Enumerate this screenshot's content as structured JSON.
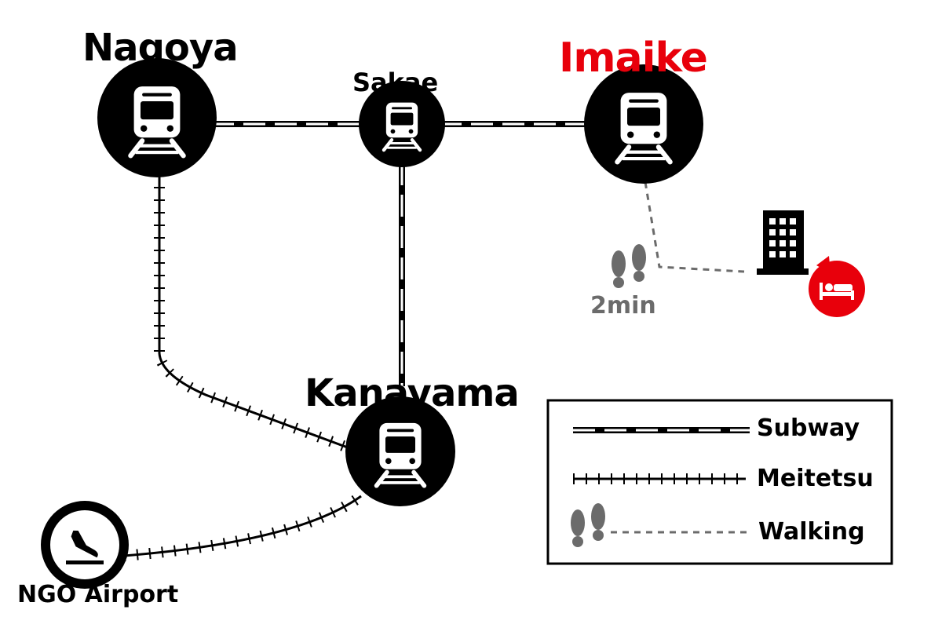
{
  "stations": {
    "nagoya": "Nagoya",
    "sakae": "Sakae",
    "imaike": "Imaike",
    "kanayama": "Kanayama",
    "airport": "NGO Airport"
  },
  "walking_time": "2min",
  "legend": {
    "subway": "Subway",
    "meitetsu": "Meitetsu",
    "walking": "Walking"
  },
  "colors": {
    "highlight": "#e8000b",
    "walk_gray": "#6b6b6b",
    "ink": "#000000"
  },
  "icons": {
    "station": "train-icon",
    "airport": "airplane-arrival-icon",
    "hotel": "hotel-building-icon",
    "bed": "bed-icon",
    "footprints": "footprints-icon"
  }
}
